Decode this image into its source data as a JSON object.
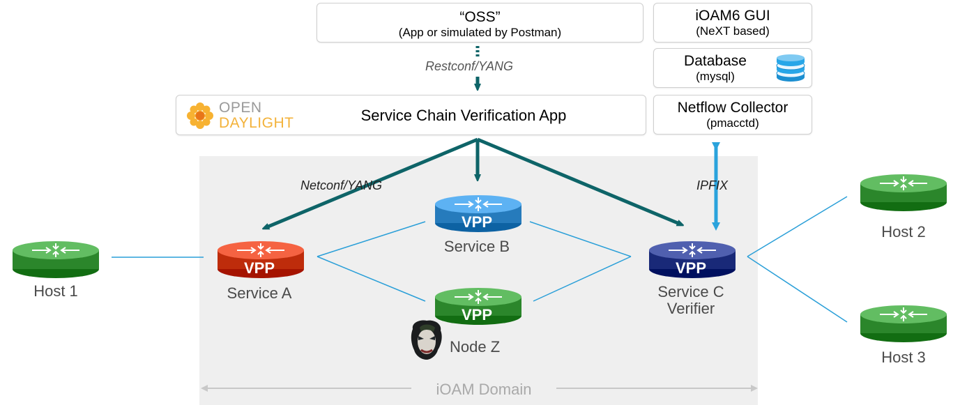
{
  "oss": {
    "title": "“OSS”",
    "subtitle": "(App or simulated by Postman)"
  },
  "gui": {
    "title": "iOAM6 GUI",
    "subtitle": "(NeXT based)"
  },
  "database": {
    "title": "Database",
    "subtitle": "(mysql)"
  },
  "collector": {
    "title": "Netflow Collector",
    "subtitle": "(pmacctd)"
  },
  "odl": {
    "logo_line1": "OPEN",
    "logo_line2": "DAYLIGHT",
    "app_title": "Service Chain Verification App"
  },
  "protocols": {
    "restconf": "Restconf/YANG",
    "netconf": "Netconf/YANG",
    "ipfix": "IPFIX"
  },
  "nodes": {
    "service_a": {
      "badge": "VPP",
      "label": "Service A",
      "color": "#d2401f"
    },
    "service_b": {
      "badge": "VPP",
      "label": "Service B",
      "color": "#3a8fd0"
    },
    "service_c": {
      "badge": "VPP",
      "label_line1": "Service C",
      "label_line2": "Verifier",
      "color": "#2d3d8c"
    },
    "node_z": {
      "badge": "VPP",
      "label": "Node Z",
      "color": "#3f9a3f"
    },
    "host1": {
      "label": "Host 1",
      "color": "#3f9a3f"
    },
    "host2": {
      "label": "Host 2",
      "color": "#3f9a3f"
    },
    "host3": {
      "label": "Host 3",
      "color": "#3f9a3f"
    }
  },
  "domain": {
    "label": "iOAM Domain"
  },
  "colors": {
    "control_arrow": "#0e6468",
    "ipfix_arrow": "#2aa3dc",
    "data_link": "#2a9fd8"
  }
}
